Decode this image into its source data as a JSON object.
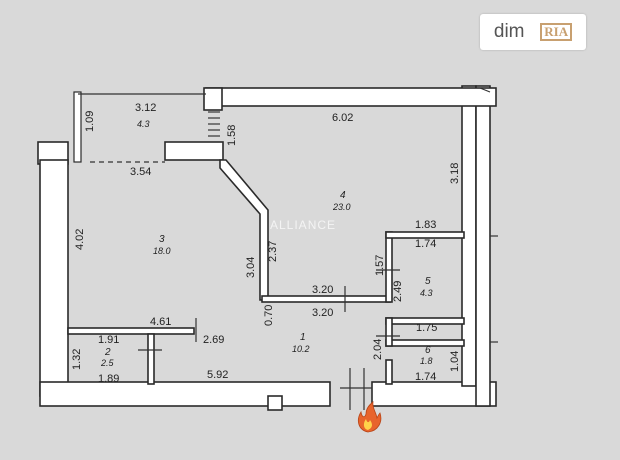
{
  "logo": {
    "brand": "dim",
    "badge": "RIA"
  },
  "watermark": "ALLIANCE",
  "rooms": [
    {
      "number": "1",
      "area": "10.2"
    },
    {
      "number": "2",
      "area": "2.5"
    },
    {
      "number": "3",
      "area": "18.0"
    },
    {
      "number": "4",
      "area": "23.0"
    },
    {
      "number": "5",
      "area": "4.3"
    },
    {
      "number": "6",
      "area": "1.8"
    }
  ],
  "balcony": {
    "length": "3.12",
    "area": "4.3",
    "depth": "1.09"
  },
  "dimensions": {
    "top_width": "6.02",
    "left_top": "3.54",
    "left_height": "4.02",
    "stair_gap": "1.58",
    "right_top": "3.18",
    "room5_top": "1.83",
    "room5_inner": "1.74",
    "room5_h": "2.49",
    "partition_upper": "1.57",
    "corridor_top": "3.20",
    "corridor_bottom": "3.20",
    "diag_a": "2.37",
    "diag_b": "3.04",
    "wall_short": "0.70",
    "room2_top": "1.91",
    "room2_bottom": "1.89",
    "room2_h": "1.32",
    "hall_top": "4.61",
    "hall_mid": "2.69",
    "hall_bottom": "5.92",
    "room6_top": "1.75",
    "room6_h": "2.04",
    "room6_bottom": "1.74",
    "room6_right": "1.04"
  },
  "colors": {
    "background": "#d9d9d9",
    "wall_fill": "#ffffff",
    "line": "#2a2a2a",
    "flame": "#e8642c"
  },
  "icons": [
    "gas-flame-icon"
  ]
}
